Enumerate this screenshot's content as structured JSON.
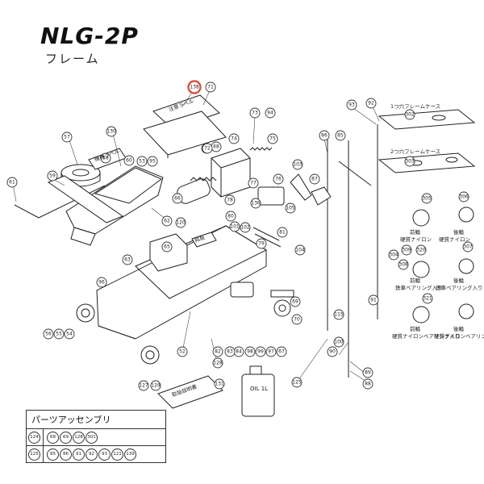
{
  "header": {
    "title": "NLG-2P",
    "subtitle": "フレーム"
  },
  "labels": {
    "case1": "1つ穴フレームケース",
    "case2": "2つ穴フレームケース",
    "front1": "前輪",
    "front1_sub": "硬質ナイロン",
    "rear1": "後輪",
    "rear1_sub": "硬質ナイロン",
    "front2": "前輪",
    "front2_sub": "鉄車ベアリング入り",
    "rear2": "後輪",
    "rear2_sub": "鉄車ベアリング入り",
    "front3": "前輪",
    "front3_sub": "硬質ナイロンベアリング入り",
    "rear3": "後輪",
    "rear3_sub": "硬質ナイロンベアリング入り",
    "sticker_warn": "注意ラベル",
    "sticker_model": "機種ラベル",
    "sticker_manual": "取扱説明書",
    "sticker_label": "銘板",
    "oil_can": "OIL 1L"
  },
  "callouts": [
    {
      "id": "c138",
      "text": "138",
      "highlight": true
    },
    {
      "id": "c71",
      "text": "71"
    },
    {
      "id": "c57",
      "text": "57"
    },
    {
      "id": "c130",
      "text": "130"
    },
    {
      "id": "c58",
      "text": "58"
    },
    {
      "id": "c60",
      "text": "60"
    },
    {
      "id": "c53",
      "text": "53"
    },
    {
      "id": "c95",
      "text": "95"
    },
    {
      "id": "c59",
      "text": "59"
    },
    {
      "id": "c61",
      "text": "61"
    },
    {
      "id": "c62",
      "text": "62"
    },
    {
      "id": "c66",
      "text": "66"
    },
    {
      "id": "c73",
      "text": "73"
    },
    {
      "id": "c94",
      "text": "94"
    },
    {
      "id": "c93",
      "text": "93"
    },
    {
      "id": "c74",
      "text": "74"
    },
    {
      "id": "c64",
      "text": "64"
    },
    {
      "id": "c68",
      "text": "68"
    },
    {
      "id": "c77",
      "text": "77"
    },
    {
      "id": "c76",
      "text": "76"
    },
    {
      "id": "c78",
      "text": "78"
    },
    {
      "id": "c103",
      "text": "103"
    },
    {
      "id": "c87",
      "text": "87"
    },
    {
      "id": "c80",
      "text": "80"
    },
    {
      "id": "c101",
      "text": "101"
    },
    {
      "id": "c102",
      "text": "102"
    },
    {
      "id": "c81",
      "text": "81"
    },
    {
      "id": "c104",
      "text": "104"
    },
    {
      "id": "c86",
      "text": "86"
    },
    {
      "id": "c85",
      "text": "85"
    },
    {
      "id": "c92",
      "text": "92"
    },
    {
      "id": "c90",
      "text": "90"
    },
    {
      "id": "c100",
      "text": "100"
    },
    {
      "id": "c89",
      "text": "89"
    },
    {
      "id": "c88",
      "text": "88"
    },
    {
      "id": "c91",
      "text": "91"
    },
    {
      "id": "c125",
      "text": "125"
    },
    {
      "id": "c65",
      "text": "65"
    },
    {
      "id": "c63",
      "text": "63"
    },
    {
      "id": "c55",
      "text": "55"
    },
    {
      "id": "c56",
      "text": "56"
    },
    {
      "id": "c54",
      "text": "54"
    },
    {
      "id": "c120",
      "text": "120"
    },
    {
      "id": "c136",
      "text": "136"
    },
    {
      "id": "c70",
      "text": "70"
    },
    {
      "id": "c69",
      "text": "69"
    },
    {
      "id": "c67",
      "text": "67"
    },
    {
      "id": "c84",
      "text": "84"
    },
    {
      "id": "c83",
      "text": "83"
    },
    {
      "id": "c82",
      "text": "82"
    },
    {
      "id": "c99",
      "text": "99"
    },
    {
      "id": "c97",
      "text": "97"
    },
    {
      "id": "c98",
      "text": "98"
    },
    {
      "id": "c52",
      "text": "52"
    },
    {
      "id": "c128",
      "text": "128"
    },
    {
      "id": "c131",
      "text": "131"
    },
    {
      "id": "c304",
      "text": "304"
    },
    {
      "id": "c305",
      "text": "305"
    },
    {
      "id": "c306",
      "text": "306"
    },
    {
      "id": "c307",
      "text": "307"
    },
    {
      "id": "c308",
      "text": "308"
    },
    {
      "id": "c302",
      "text": "302"
    },
    {
      "id": "c303",
      "text": "303"
    },
    {
      "id": "c309",
      "text": "309"
    },
    {
      "id": "c320",
      "text": "320"
    },
    {
      "id": "c321",
      "text": "321"
    },
    {
      "id": "c72",
      "text": "72"
    },
    {
      "id": "c105",
      "text": "105"
    },
    {
      "id": "c75",
      "text": "75"
    },
    {
      "id": "c79",
      "text": "79"
    },
    {
      "id": "c96",
      "text": "96"
    },
    {
      "id": "c127",
      "text": "127"
    },
    {
      "id": "c115",
      "text": "115"
    },
    {
      "id": "c129",
      "text": "129"
    }
  ],
  "assembly": {
    "header": "パーツアッセンブリ",
    "rows": [
      {
        "key": "124",
        "parts": [
          "68",
          "69",
          "128",
          "301"
        ]
      },
      {
        "key": "125",
        "parts": [
          "85",
          "86",
          "91",
          "92",
          "93",
          "121",
          "139"
        ]
      }
    ]
  }
}
